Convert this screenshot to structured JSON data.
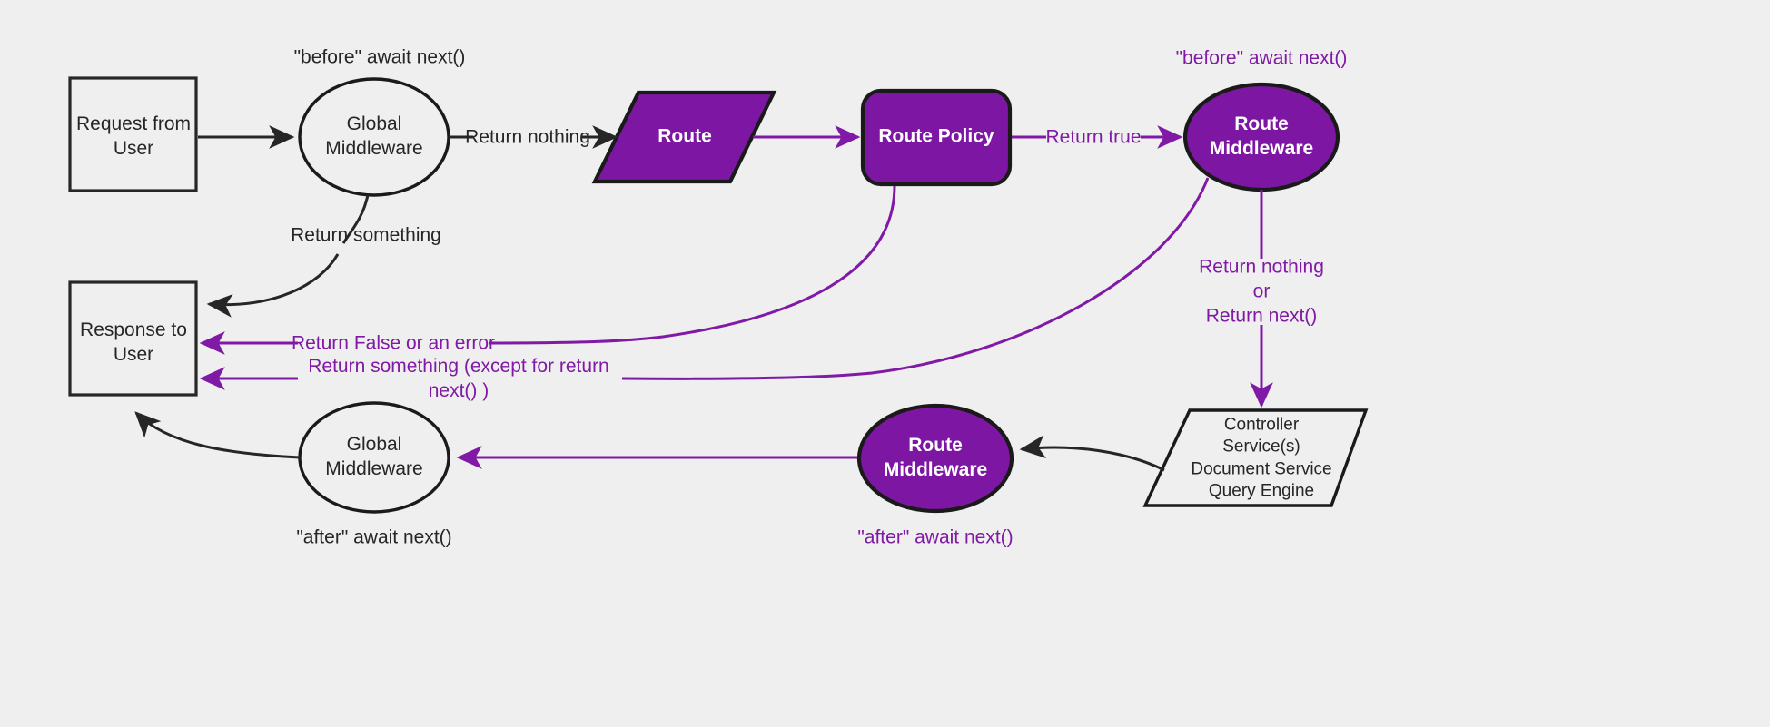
{
  "diagram": {
    "title": "Request lifecycle middleware flow",
    "background_color": "#efefef",
    "accent_purple": "#8019a5",
    "stroke_dark": "#262626",
    "fill_light": "#efefef",
    "fill_purple": "#7d17a3"
  },
  "nodes": {
    "request_from_user": {
      "label": "Request from\nUser",
      "shape": "rectangle",
      "fill": "#efefef",
      "text_color": "#262626"
    },
    "global_middleware_top": {
      "label": "Global\nMiddleware",
      "shape": "ellipse",
      "fill": "#efefef",
      "text_color": "#262626"
    },
    "route": {
      "label": "Route",
      "shape": "parallelogram",
      "fill": "#7d17a3",
      "text_color": "#ffffff"
    },
    "route_policy": {
      "label": "Route Policy",
      "shape": "rounded-rectangle",
      "fill": "#7d17a3",
      "text_color": "#ffffff"
    },
    "route_middleware_top": {
      "label": "Route\nMiddleware",
      "shape": "ellipse",
      "fill": "#7d17a3",
      "text_color": "#ffffff"
    },
    "controller_stack": {
      "label": "Controller\nService(s)\nDocument Service\nQuery Engine",
      "shape": "parallelogram",
      "fill": "#efefef",
      "text_color": "#262626"
    },
    "route_middleware_bottom": {
      "label": "Route\nMiddleware",
      "shape": "ellipse",
      "fill": "#7d17a3",
      "text_color": "#ffffff"
    },
    "global_middleware_bottom": {
      "label": "Global\nMiddleware",
      "shape": "ellipse",
      "fill": "#efefef",
      "text_color": "#262626"
    },
    "response_to_user": {
      "label": "Response to\nUser",
      "shape": "rectangle",
      "fill": "#efefef",
      "text_color": "#262626"
    }
  },
  "annotations": {
    "before_await_next_global": {
      "text": "\"before\" await next()",
      "color": "#262626"
    },
    "before_await_next_route": {
      "text": "\"before\" await next()",
      "color": "#8019a5"
    },
    "after_await_next_global": {
      "text": "\"after\" await next()",
      "color": "#262626"
    },
    "after_await_next_route": {
      "text": "\"after\" await next()",
      "color": "#8019a5"
    }
  },
  "edges": {
    "return_nothing": {
      "label": "Return nothing",
      "color": "#262626"
    },
    "return_something": {
      "label": "Return something",
      "color": "#262626"
    },
    "return_true": {
      "label": "Return true",
      "color": "#8019a5"
    },
    "return_false_or_error": {
      "label": "Return False or an error",
      "color": "#8019a5"
    },
    "return_something_except_next": {
      "label": "Return something (except for return next() )",
      "color": "#8019a5"
    },
    "return_nothing_or_next": {
      "label": "Return nothing\nor\nReturn next()",
      "color": "#8019a5"
    }
  }
}
